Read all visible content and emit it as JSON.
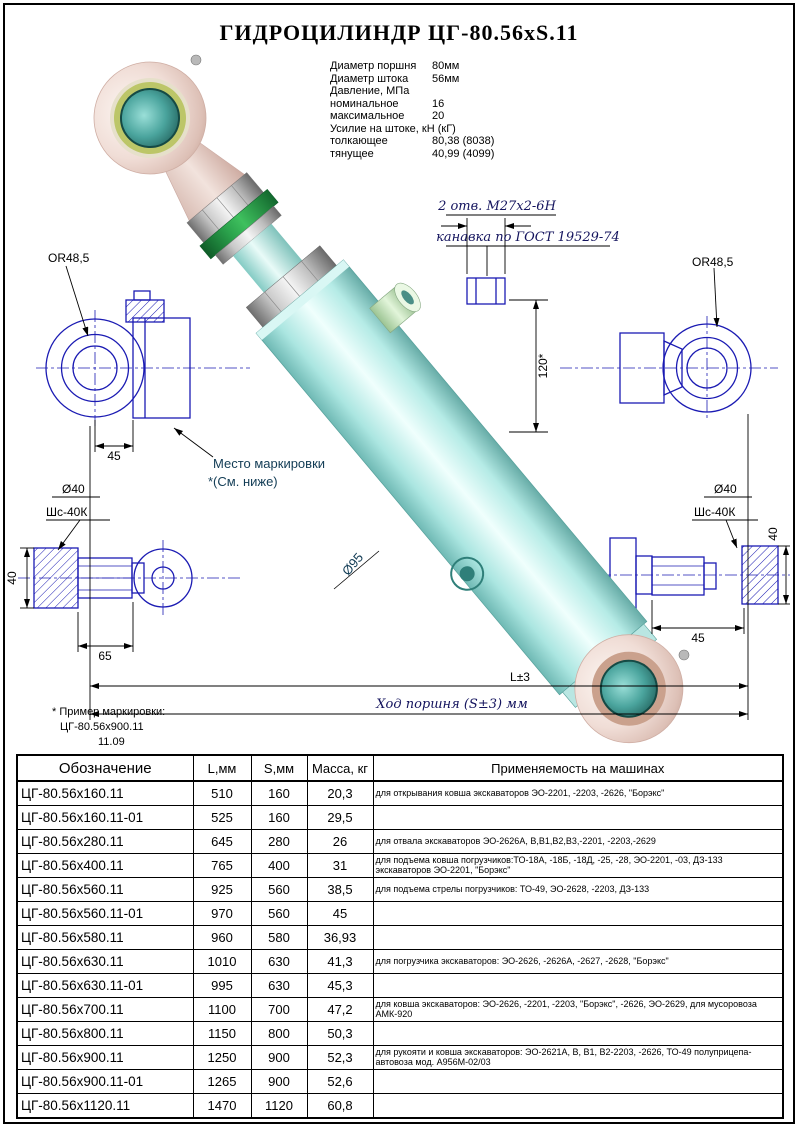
{
  "title": "ГИДРОЦИЛИНДР  ЦГ-80.56xS.11",
  "specs": {
    "lines": [
      {
        "label": "Диаметр поршня",
        "value": "80мм"
      },
      {
        "label": "Диаметр штока",
        "value": "56мм"
      },
      {
        "label": "Давление, МПа",
        "value": ""
      },
      {
        "label": "номинальное",
        "value": "16"
      },
      {
        "label": "максимальное",
        "value": "20"
      },
      {
        "label": "Усилие на штоке, кН (кГ)",
        "value": ""
      },
      {
        "label": "толкающее",
        "value": "80,38 (8038)"
      },
      {
        "label": "тянущее",
        "value": "40,99 (4099)"
      }
    ]
  },
  "drawing": {
    "or_left": "OR48,5",
    "or_right": "OR48,5",
    "holes_note": "2 отв. М27х2-6Н",
    "groove_note": "канавка по ГОСТ 19529-74",
    "dim_120": "120*",
    "dim_45_eye": "45",
    "marking_line1": "Место маркировки",
    "marking_line2": "*(См. ниже)",
    "dia40_left": "Ø40",
    "bearing_left": "Шс-40К",
    "dim40_left": "40",
    "dim_65": "65",
    "dia95": "Ø95",
    "dia40_right": "Ø40",
    "bearing_right": "Шс-40К",
    "dim40_right": "40",
    "dim_45_rod": "45",
    "dim_length": "L±3",
    "dim_stroke": "Ход поршня (S±3) мм"
  },
  "marking_example": {
    "line1": "* Пример маркировки:",
    "line2": "ЦГ-80.56х900.11",
    "line3": "11.09"
  },
  "table": {
    "headers": [
      "Обозначение",
      "L,мм",
      "S,мм",
      "Масса, кг",
      "Применяемость на машинах"
    ],
    "rows": [
      {
        "name": "ЦГ-80.56х160.11",
        "L": "510",
        "S": "160",
        "mass": "20,3",
        "app": "для открывания ковша экскаваторов ЭО-2201, -2203, -2626, \"Борэкс\""
      },
      {
        "name": "ЦГ-80.56х160.11-01",
        "L": "525",
        "S": "160",
        "mass": "29,5",
        "app": ""
      },
      {
        "name": "ЦГ-80.56х280.11",
        "L": "645",
        "S": "280",
        "mass": "26",
        "app": "для отвала экскаваторов ЭО-2626А, В,В1,В2,В3,-2201, -2203,-2629"
      },
      {
        "name": "ЦГ-80.56х400.11",
        "L": "765",
        "S": "400",
        "mass": "31",
        "app": "для подъема ковша погрузчиков:ТО-18А, -18Б, -18Д, -25, -28, ЭО-2201, -03, ДЗ-133 экскаваторов ЭО-2201, \"Борэкс\""
      },
      {
        "name": "ЦГ-80.56х560.11",
        "L": "925",
        "S": "560",
        "mass": "38,5",
        "app": "для подъема стрелы погрузчиков: ТО-49, ЭО-2628, -2203, ДЗ-133"
      },
      {
        "name": "ЦГ-80.56х560.11-01",
        "L": "970",
        "S": "560",
        "mass": "45",
        "app": ""
      },
      {
        "name": "ЦГ-80.56х580.11",
        "L": "960",
        "S": "580",
        "mass": "36,93",
        "app": ""
      },
      {
        "name": "ЦГ-80.56х630.11",
        "L": "1010",
        "S": "630",
        "mass": "41,3",
        "app": "для погрузчика экскаваторов: ЭО-2626, -2626А, -2627, -2628, \"Борэкс\""
      },
      {
        "name": "ЦГ-80.56х630.11-01",
        "L": "995",
        "S": "630",
        "mass": "45,3",
        "app": ""
      },
      {
        "name": "ЦГ-80.56х700.11",
        "L": "1100",
        "S": "700",
        "mass": "47,2",
        "app": "для ковша экскаваторов: ЭО-2626, -2201, -2203, \"Борэкс\", -2626, ЭО-2629, для мусоровоза АМК-920"
      },
      {
        "name": "ЦГ-80.56х800.11",
        "L": "1150",
        "S": "800",
        "mass": "50,3",
        "app": ""
      },
      {
        "name": "ЦГ-80.56х900.11",
        "L": "1250",
        "S": "900",
        "mass": "52,3",
        "app": "для рукояти и ковша экскаваторов: ЭО-2621А, В, В1, В2-2203, -2626, ТО-49 полуприцепа-автовоза мод. А956М-02/03"
      },
      {
        "name": "ЦГ-80.56х900.11-01",
        "L": "1265",
        "S": "900",
        "mass": "52,6",
        "app": ""
      },
      {
        "name": "ЦГ-80.56х1120.11",
        "L": "1470",
        "S": "1120",
        "mass": "60,8",
        "app": ""
      }
    ]
  },
  "colors": {
    "line_blue": "#1b1bb3",
    "annotation_blue": "#14145e",
    "barrel_teal": "#bfeeea",
    "ball_pink": "#f0ddd6",
    "ring_green": "#2ba24c"
  }
}
